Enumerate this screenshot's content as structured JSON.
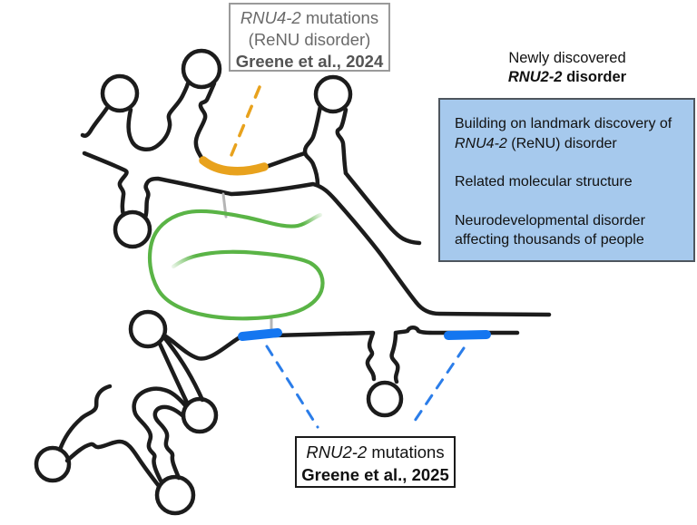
{
  "colors": {
    "structure_black": "#1c1c1c",
    "rnu4_orange": "#e8a21d",
    "u2_green": "#5ab446",
    "rnu2_blue": "#1476f0",
    "dashed_blue": "#2b7de9",
    "connector_gray": "#b5b5b5",
    "info_box_bg": "#a6c9ed",
    "info_box_border": "#4e565e",
    "callout_gray_border": "#9a9a9a",
    "callout_gray_text": "#6a6a6a"
  },
  "callout_rnu4": {
    "line1_italic": "RNU4-2",
    "line1_rest": " mutations",
    "line2": "(ReNU disorder)",
    "line3_bold": "Greene et al., 2024"
  },
  "heading": {
    "line1": "Newly discovered",
    "line2_italic": "RNU2-2",
    "line2_rest": " disorder"
  },
  "info_box": {
    "p1_before": "Building on landmark discovery of ",
    "p1_italic": "RNU4-2",
    "p1_after": " (ReNU) disorder",
    "p2": "Related molecular structure",
    "p3": "Neurodevelopmental disorder affecting thousands of people"
  },
  "callout_rnu2": {
    "line1_italic": "RNU2-2",
    "line1_rest": " mutations",
    "line2_bold": "Greene et al., 2025"
  }
}
